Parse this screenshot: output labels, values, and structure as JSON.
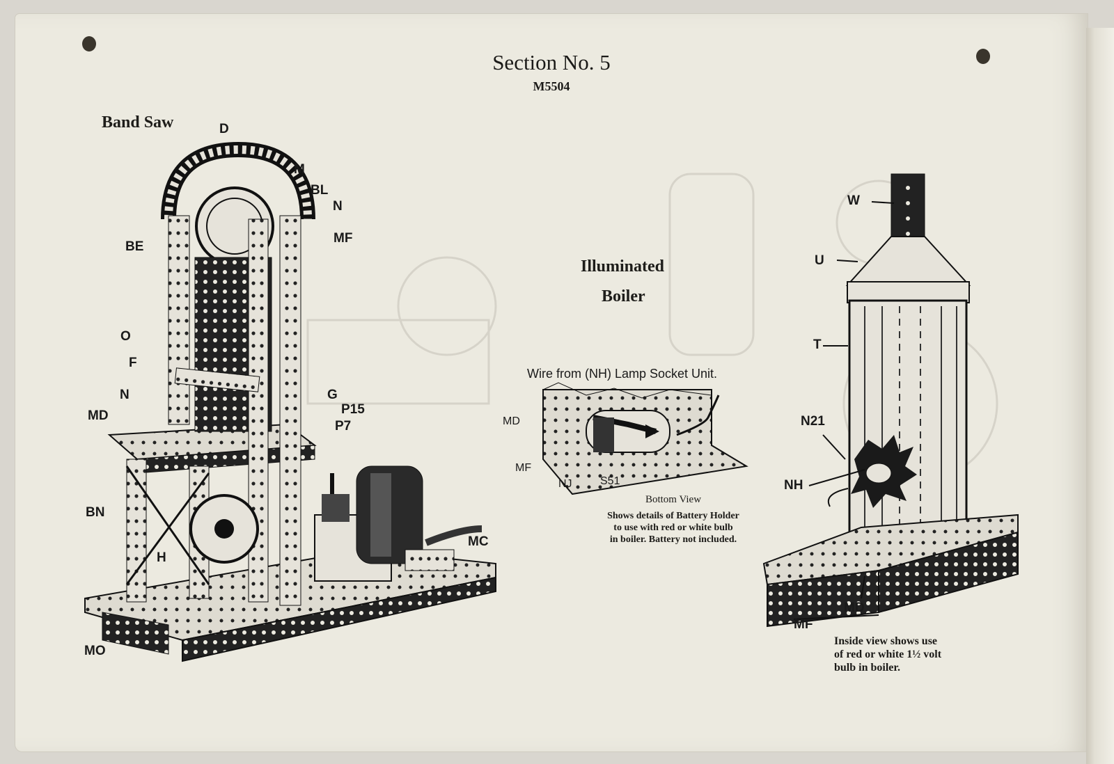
{
  "header": {
    "title": "Section No. 5",
    "code": "M5504"
  },
  "band_saw": {
    "title": "Band Saw",
    "labels": [
      "D",
      "M",
      "BL",
      "N",
      "MF",
      "BE",
      "O",
      "F",
      "N",
      "G",
      "P15",
      "P7",
      "MD",
      "BN",
      "H",
      "MC",
      "MO"
    ]
  },
  "boiler_center": {
    "title_line1": "Illuminated",
    "title_line2": "Boiler",
    "wire_note": "Wire from (NH) Lamp Socket Unit.",
    "labels": [
      "MD",
      "MF",
      "NJ",
      "S51"
    ],
    "view_title": "Bottom View",
    "view_caption_line1": "Shows details of Battery Holder",
    "view_caption_line2": "to use with red or white bulb",
    "view_caption_line3": "in boiler. Battery not included."
  },
  "boiler_right": {
    "labels": [
      "W",
      "U",
      "T",
      "N21",
      "NH",
      "MD",
      "MF"
    ],
    "caption_line1": "Inside view shows use",
    "caption_line2": "of red or white 1½ volt",
    "caption_line3": "bulb in boiler."
  },
  "colors": {
    "paper": "#eceae0",
    "ink": "#1a1a1a",
    "ghost": "#c8c5bb"
  }
}
